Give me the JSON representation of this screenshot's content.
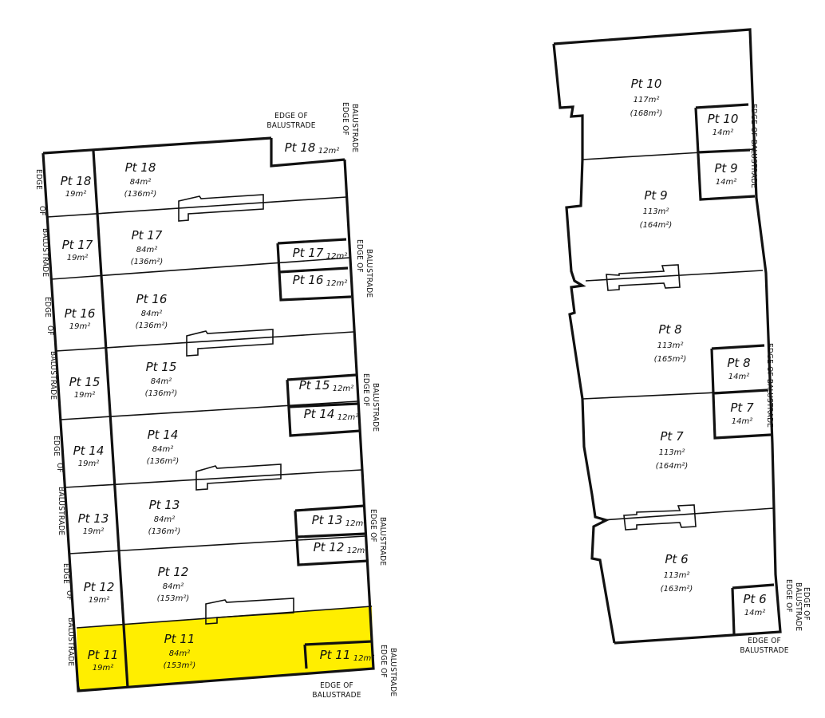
{
  "highlight_color": "#ffee00",
  "edge_label": {
    "line1": "EDGE OF",
    "line2": "BALUSTRADE",
    "edge": "EDGE",
    "of": "OF",
    "balustrade": "BALUSTRADE",
    "full": "EDGE OF BALUSTRADE"
  },
  "left": {
    "rows": [
      {
        "pt": "Pt 18",
        "bal_area": "19m²",
        "area": "84m²",
        "total": "(136m²)",
        "car_area": "12m²"
      },
      {
        "pt": "Pt 17",
        "bal_area": "19m²",
        "area": "84m²",
        "total": "(136m²)",
        "car_area": "12m²"
      },
      {
        "pt": "Pt 16",
        "bal_area": "19m²",
        "area": "84m²",
        "total": "(136m²)",
        "car_area": "12m²"
      },
      {
        "pt": "Pt 15",
        "bal_area": "19m²",
        "area": "84m²",
        "total": "(136m²)",
        "car_area": "12m²"
      },
      {
        "pt": "Pt 14",
        "bal_area": "19m²",
        "area": "84m²",
        "total": "(136m²)",
        "car_area": "12m²"
      },
      {
        "pt": "Pt 13",
        "bal_area": "19m²",
        "area": "84m²",
        "total": "(136m²)",
        "car_area": "12m²"
      },
      {
        "pt": "Pt 12",
        "bal_area": "19m²",
        "area": "84m²",
        "total": "(153m²)",
        "car_area": "12m²"
      },
      {
        "pt": "Pt 11",
        "bal_area": "19m²",
        "area": "84m²",
        "total": "(153m²)",
        "car_area": "12m²"
      }
    ]
  },
  "right": {
    "rows": [
      {
        "pt": "Pt 10",
        "area": "117m²",
        "total": "(168m²)",
        "car_area": "14m²"
      },
      {
        "pt": "Pt 9",
        "area": "113m²",
        "total": "(164m²)",
        "car_area": "14m²"
      },
      {
        "pt": "Pt 8",
        "area": "113m²",
        "total": "(165m²)",
        "car_area": "14m²"
      },
      {
        "pt": "Pt 7",
        "area": "113m²",
        "total": "(164m²)",
        "car_area": "14m²"
      },
      {
        "pt": "Pt 6",
        "area": "113m²",
        "total": "(163m²)",
        "car_area": "14m²"
      }
    ]
  }
}
